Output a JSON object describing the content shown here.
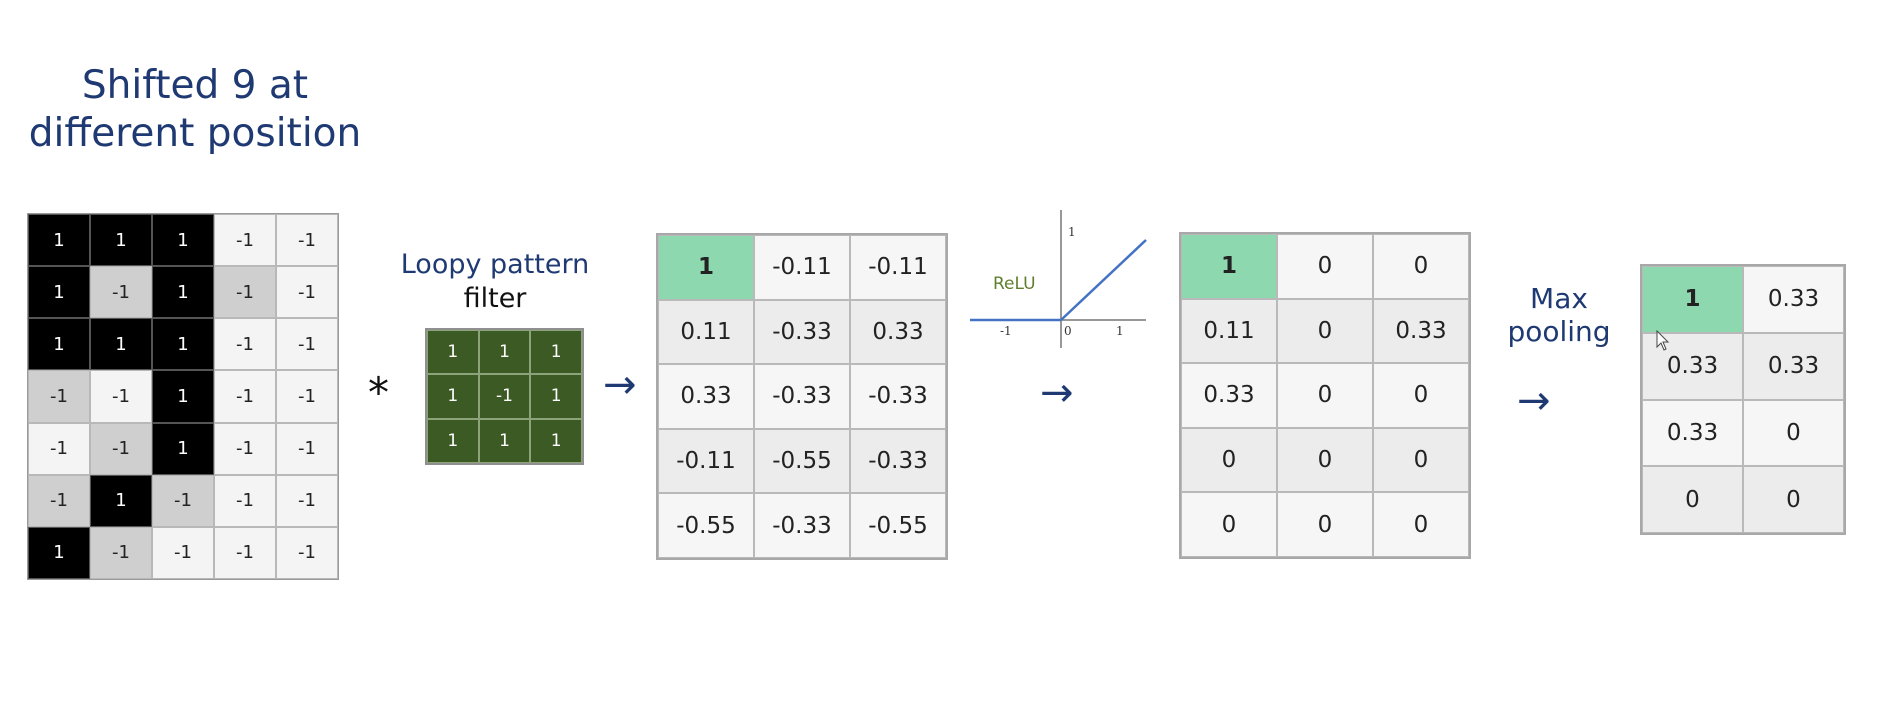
{
  "title_lines": [
    "Shifted 9 at",
    "different position"
  ],
  "input_grid": [
    [
      "1",
      "1",
      "1",
      "-1",
      "-1"
    ],
    [
      "1",
      "-1",
      "1",
      "-1",
      "-1"
    ],
    [
      "1",
      "1",
      "1",
      "-1",
      "-1"
    ],
    [
      "-1",
      "-1",
      "1",
      "-1",
      "-1"
    ],
    [
      "-1",
      "-1",
      "1",
      "-1",
      "-1"
    ],
    [
      "-1",
      "1",
      "-1",
      "-1",
      "-1"
    ],
    [
      "1",
      "-1",
      "-1",
      "-1",
      "-1"
    ]
  ],
  "operator_symbol": "*",
  "filter": {
    "title_line1": "Loopy pattern",
    "title_line2": "filter",
    "grid": [
      [
        "1",
        "1",
        "1"
      ],
      [
        "1",
        "-1",
        "1"
      ],
      [
        "1",
        "1",
        "1"
      ]
    ]
  },
  "arrow_glyph": "→",
  "conv_output": [
    [
      "1",
      "-0.11",
      "-0.11"
    ],
    [
      "0.11",
      "-0.33",
      "0.33"
    ],
    [
      "0.33",
      "-0.33",
      "-0.33"
    ],
    [
      "-0.11",
      "-0.55",
      "-0.33"
    ],
    [
      "-0.55",
      "-0.33",
      "-0.55"
    ]
  ],
  "relu_plot": {
    "label": "ReLU",
    "tick_labels": {
      "y_top": "1",
      "x_neg": "-1",
      "x_zero": "0",
      "x_pos": "1"
    },
    "line_color": "#4472c4"
  },
  "relu_output": [
    [
      "1",
      "0",
      "0"
    ],
    [
      "0.11",
      "0",
      "0.33"
    ],
    [
      "0.33",
      "0",
      "0"
    ],
    [
      "0",
      "0",
      "0"
    ],
    [
      "0",
      "0",
      "0"
    ]
  ],
  "pooling": {
    "title_line1": "Max",
    "title_line2": "pooling",
    "grid": [
      [
        "1",
        "0.33"
      ],
      [
        "0.33",
        "0.33"
      ],
      [
        "0.33",
        "0"
      ],
      [
        "0",
        "0"
      ]
    ]
  },
  "colors": {
    "title": "#1f3a73",
    "highlight": "#8ed8b0",
    "filter_bg": "#3c5a23",
    "relu_label": "#5f7f2e"
  }
}
